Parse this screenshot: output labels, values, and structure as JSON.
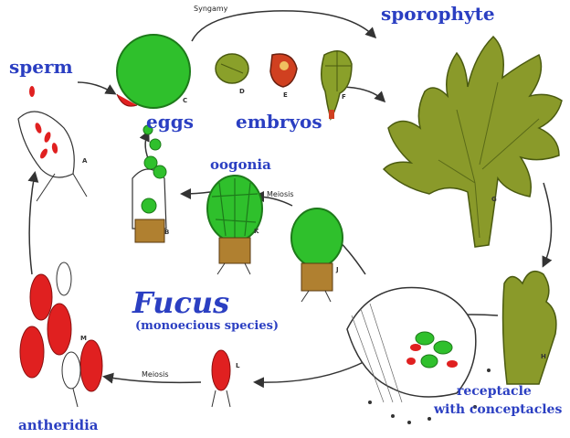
{
  "diagram": {
    "title": "Fucus",
    "subtitle": "(monoecious species)",
    "labels": {
      "sperm": "sperm",
      "eggs": "eggs",
      "embryos": "embryos",
      "sporophyte": "sporophyte",
      "oogonia": "oogonia",
      "antheridia": "antheridia",
      "receptacle_line1": "receptacle",
      "receptacle_line2": "with conceptacles",
      "syngamy": "Syngamy",
      "meiosis_top": "Meiosis",
      "meiosis_bottom": "Meiosis"
    },
    "stage_letters": {
      "A": "A",
      "B": "B",
      "C": "C",
      "D": "D",
      "E": "E",
      "F": "F",
      "G": "G",
      "H": "H",
      "J": "J",
      "K": "K",
      "L": "L",
      "M": "M"
    },
    "colors": {
      "label_blue": "#2b3fc2",
      "green": "#2fc02c",
      "dark_green": "#1d7a1a",
      "thallus": "#8a9a2a",
      "red": "#e02020",
      "brown": "#8a5a20"
    }
  }
}
